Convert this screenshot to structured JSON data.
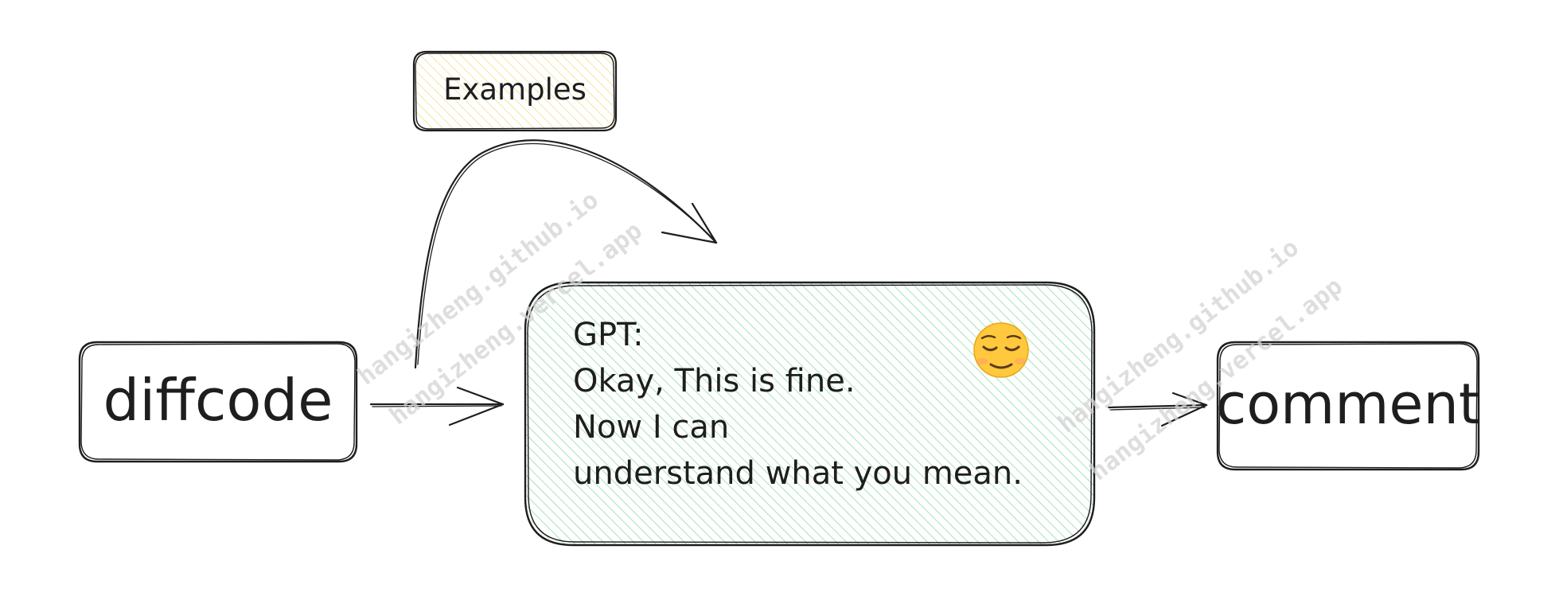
{
  "nodes": {
    "examples": {
      "label": "Examples",
      "fill": "#fdf3c4"
    },
    "diffcode": {
      "label": "diffcode"
    },
    "gpt": {
      "lines": [
        "GPT:",
        "Okay, This is fine.",
        "Now I can",
        "understand what you mean."
      ],
      "emoji": "😌",
      "fill": "#c8f0d4"
    },
    "comment": {
      "label": "comment"
    }
  },
  "watermarks": [
    "hangizheng.github.io",
    "hangizheng.vercel.app",
    "hangizheng.github.io",
    "hangizheng.vercel.app"
  ],
  "colors": {
    "stroke": "#1e1e1e",
    "hatch_green": "#8fdcaa",
    "hatch_yellow": "#f2dd8a"
  }
}
